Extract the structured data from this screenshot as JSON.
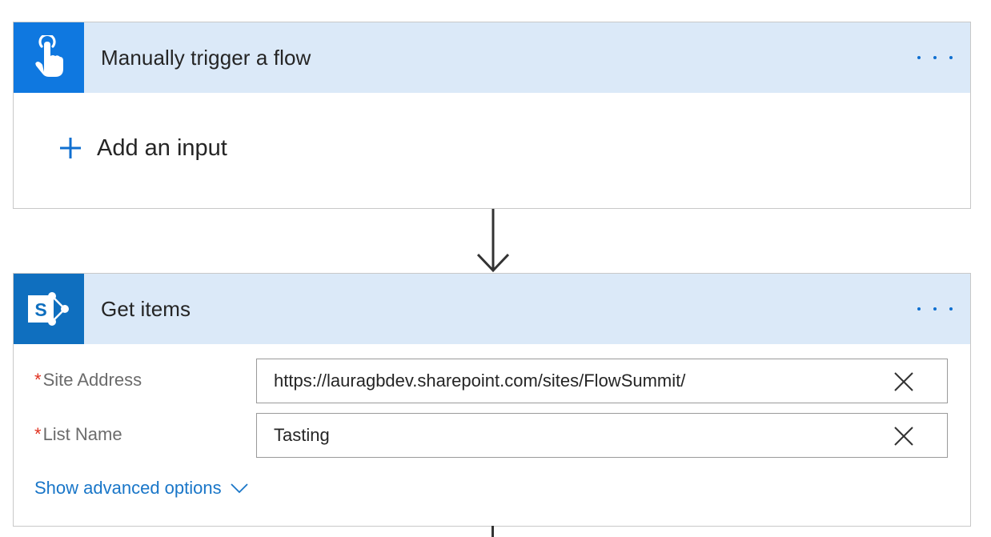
{
  "colors": {
    "trigger_tile": "#0f78e0",
    "sharepoint_tile": "#0f6fbf",
    "header_bg": "#dbe9f8",
    "accent": "#0f6fd0",
    "required": "#e0301e"
  },
  "trigger_card": {
    "title": "Manually trigger a flow",
    "icon": "touch-hand-icon",
    "add_input_label": "Add an input"
  },
  "action_card": {
    "title": "Get items",
    "icon": "sharepoint-icon",
    "icon_letter": "S",
    "fields": [
      {
        "required_mark": "*",
        "label": "Site Address",
        "value": "https://lauragbdev.sharepoint.com/sites/FlowSummit/"
      },
      {
        "required_mark": "*",
        "label": "List Name",
        "value": "Tasting"
      }
    ],
    "advanced_label": "Show advanced options"
  }
}
